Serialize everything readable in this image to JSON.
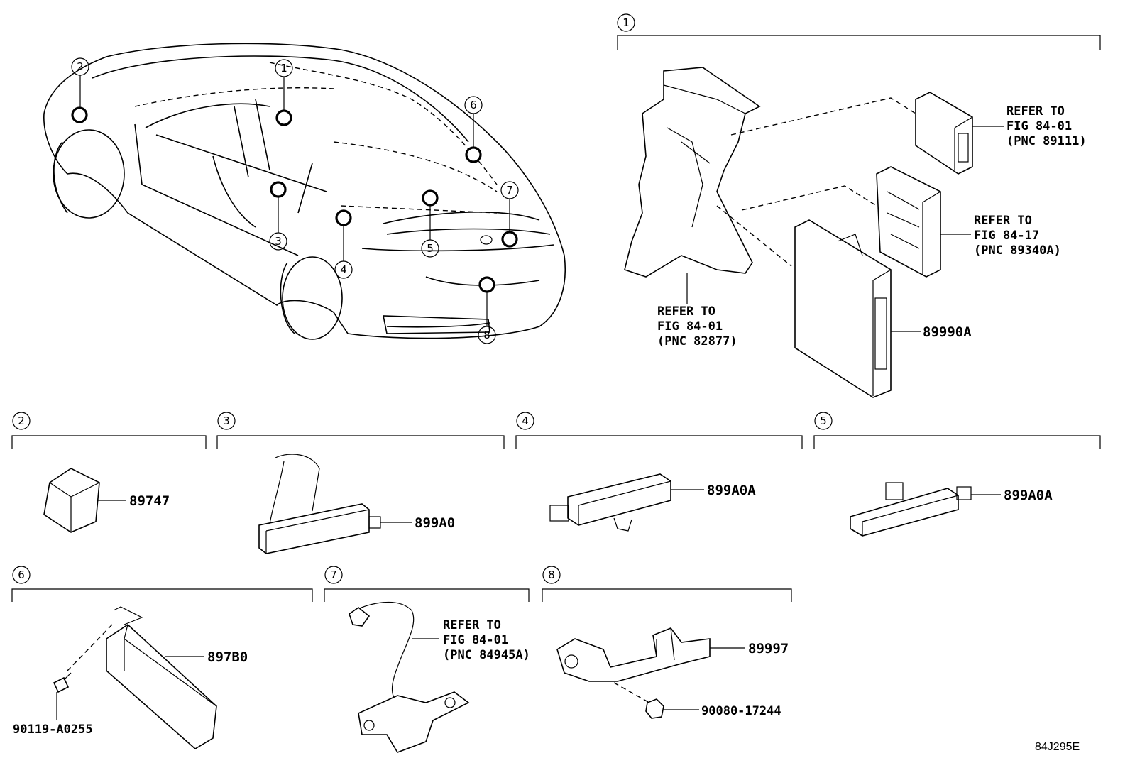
{
  "sections": [
    {
      "id": "1",
      "parts": [
        {
          "label": "89990A"
        },
        {
          "label": "REFER TO",
          "line2": "FIG 84-01",
          "line3": "(PNC 82877)"
        },
        {
          "label": "REFER TO",
          "line2": "FIG 84-01",
          "line3": "(PNC 89111)"
        },
        {
          "label": "REFER TO",
          "line2": "FIG 84-17",
          "line3": "(PNC 89340A)"
        }
      ]
    },
    {
      "id": "2",
      "parts": [
        {
          "label": "89747"
        }
      ]
    },
    {
      "id": "3",
      "parts": [
        {
          "label": "899A0"
        }
      ]
    },
    {
      "id": "4",
      "parts": [
        {
          "label": "899A0A"
        }
      ]
    },
    {
      "id": "5",
      "parts": [
        {
          "label": "899A0A"
        }
      ]
    },
    {
      "id": "6",
      "parts": [
        {
          "label": "897B0"
        },
        {
          "label": "90119-A0255"
        }
      ]
    },
    {
      "id": "7",
      "parts": [
        {
          "label": "REFER TO",
          "line2": "FIG 84-01",
          "line3": "(PNC 84945A)"
        }
      ]
    },
    {
      "id": "8",
      "parts": [
        {
          "label": "89997"
        },
        {
          "label": "90080-17244"
        }
      ]
    }
  ],
  "car_callouts": [
    "1",
    "2",
    "3",
    "4",
    "5",
    "6",
    "7",
    "8"
  ],
  "figure_code": "84J295E"
}
